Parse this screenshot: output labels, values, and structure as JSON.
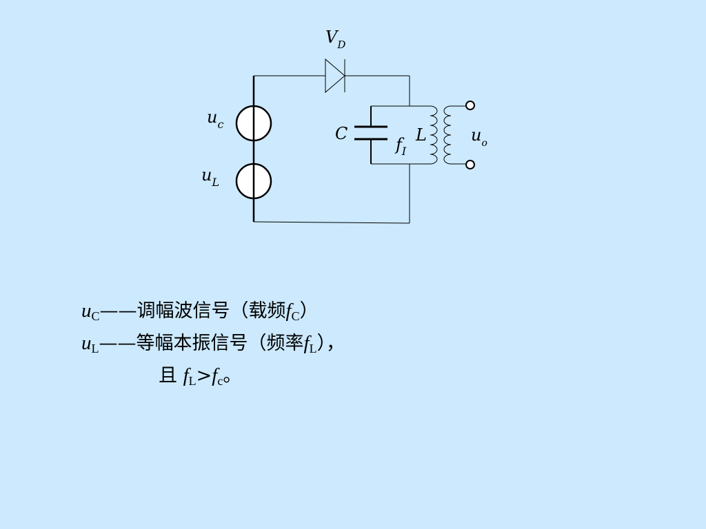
{
  "diagram": {
    "labels": {
      "diode_main": "V",
      "diode_sub": "D",
      "uc_main": "u",
      "uc_sub": "c",
      "ul_main": "u",
      "ul_sub": "L",
      "capacitor": "C",
      "inductor": "L",
      "fi_main": "f",
      "fi_sub": "I",
      "uo_main": "u",
      "uo_sub": "o"
    }
  },
  "description": {
    "line1": {
      "var": "u",
      "sub": "C",
      "text": "——调幅波信号（载频",
      "freq_var": "f",
      "freq_sub": "C",
      "tail": "）"
    },
    "line2": {
      "var": "u",
      "sub": "L",
      "text": "——等幅本振信号（频率",
      "freq_var": "f",
      "freq_sub": "L",
      "tail": "），"
    },
    "line3": {
      "prefix": "且",
      "var1": "f",
      "sub1": "L",
      "op": ">",
      "var2": "f",
      "sub2": "c",
      "tail": "。"
    }
  }
}
